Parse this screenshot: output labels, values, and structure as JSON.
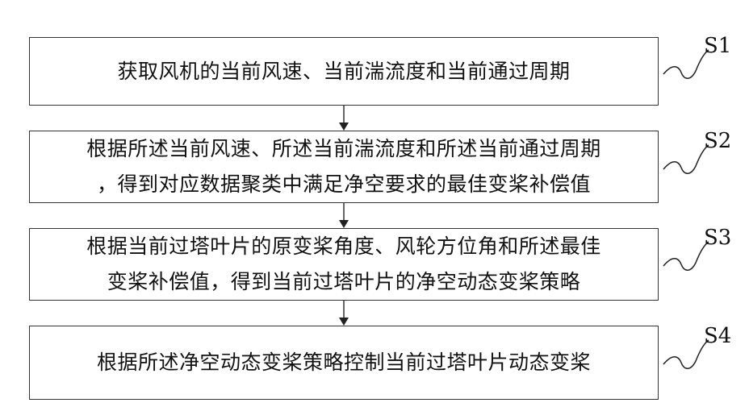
{
  "steps": [
    {
      "id": "S1",
      "lines": [
        "获取风机的当前风速、当前湍流度和当前通过周期"
      ]
    },
    {
      "id": "S2",
      "lines": [
        "根据所述当前风速、所述当前湍流度和所述当前通过周期",
        "，得到对应数据聚类中满足净空要求的最佳变桨补偿值"
      ]
    },
    {
      "id": "S3",
      "lines": [
        "根据当前过塔叶片的原变桨角度、风轮方位角和所述最佳",
        "变桨补偿值，得到当前过塔叶片的净空动态变桨策略"
      ]
    },
    {
      "id": "S4",
      "lines": [
        "根据所述净空动态变桨策略控制当前过塔叶片动态变桨"
      ]
    }
  ]
}
